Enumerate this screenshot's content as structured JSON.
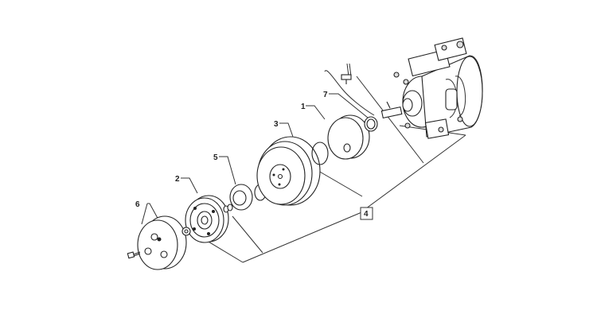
{
  "labels": {
    "p1": "1",
    "p2": "2",
    "p3": "3",
    "p4": "4",
    "p5": "5",
    "p6": "6",
    "p7": "7"
  },
  "colors": {
    "line": "#222222",
    "fill": "#ffffff",
    "shade": "#dddddd"
  }
}
